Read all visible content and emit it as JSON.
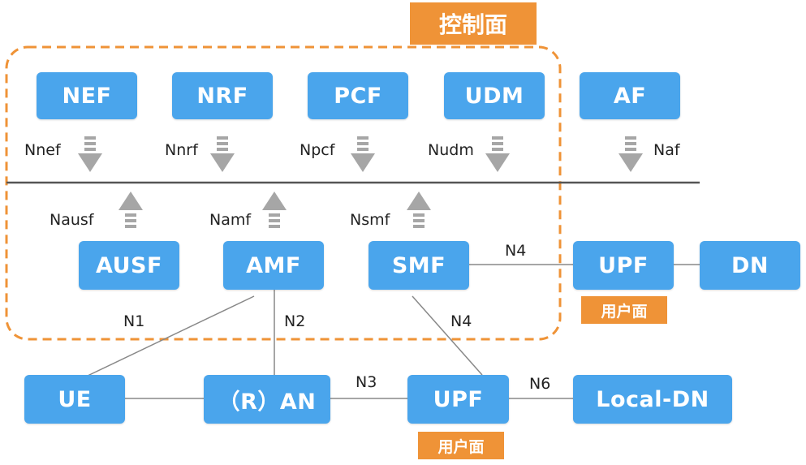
{
  "region_label": "控制面",
  "user_plane_label": "用户面",
  "nf": {
    "nef": "NEF",
    "nrf": "NRF",
    "pcf": "PCF",
    "udm": "UDM",
    "af": "AF",
    "ausf": "AUSF",
    "amf": "AMF",
    "smf": "SMF",
    "upf_top": "UPF",
    "dn": "DN",
    "ue": "UE",
    "ran": "（R）AN",
    "upf_bottom": "UPF",
    "local_dn": "Local-DN"
  },
  "interfaces": {
    "nnef": "Nnef",
    "nnrf": "Nnrf",
    "npcf": "Npcf",
    "nudm": "Nudm",
    "naf": "Naf",
    "nausf": "Nausf",
    "namf": "Namf",
    "nsmf": "Nsmf"
  },
  "links": {
    "n1": "N1",
    "n2": "N2",
    "n3": "N3",
    "n4_top": "N4",
    "n4_bottom": "N4",
    "n6": "N6"
  },
  "colors": {
    "nf_box": "#4aa5ec",
    "control_plane_border": "#ef9337",
    "tag_background": "#ef9337",
    "bus_line": "#555555",
    "link_line": "#888888",
    "arrow_grey": "#a6a6a6"
  }
}
